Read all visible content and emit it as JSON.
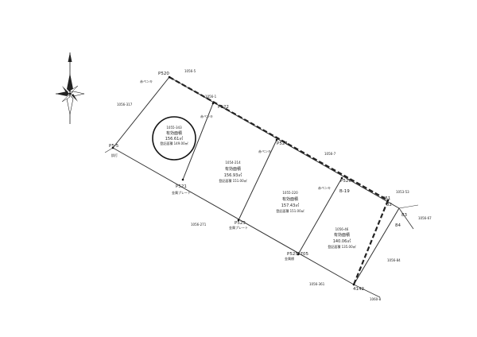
{
  "lots": [
    {
      "parcel_no": "1055-343",
      "type": "有効面積",
      "area": "156.61㎡",
      "registered": "登記面積 149.00㎡"
    },
    {
      "parcel_no": "1054-214",
      "type": "有効面積",
      "area": "156.93㎡",
      "registered": "登記面積 151.00㎡"
    },
    {
      "parcel_no": "1055-220",
      "type": "有効面積",
      "area": "157.43㎡",
      "registered": "登記面積 151.00㎡"
    },
    {
      "parcel_no": "1056-46",
      "type": "有効面積",
      "area": "140.06㎡",
      "registered": "登記面積 135.00㎡"
    }
  ],
  "points": {
    "p520": "P520",
    "p522": "P522",
    "p524": "P524",
    "p526": "P526",
    "p51": "P51",
    "p5_5": "P5-5",
    "p521": "P521",
    "p523": "P523",
    "p525": "P525",
    "b19": "B-19",
    "n142": "4142",
    "n82": "82",
    "n83": "83",
    "n84": "84"
  },
  "marks": {
    "red_stake_1": "赤ペンキ",
    "red_stake_2": "赤ペンキ",
    "red_stake_3": "赤ペンキ",
    "red_stake_4": "赤ペンキ",
    "metal_plate_1": "金属プレート",
    "metal_plate_2": "金属プレート",
    "metal_plate_3": "金属標",
    "stone": "鋲打"
  },
  "neighbors": {
    "top": "1056-5",
    "left": "1056-317",
    "right_mid": "1056-7",
    "right_top": "1053-53",
    "right_edge": "1056-67",
    "bottom_left": "1056-271",
    "bottom_mid": "1056-361",
    "bottom_right": "1060-8",
    "right_low": "1056-84",
    "top_small": "1056-7",
    "corner": "1056-1"
  },
  "stake_ids": {
    "s5705": "5705"
  }
}
